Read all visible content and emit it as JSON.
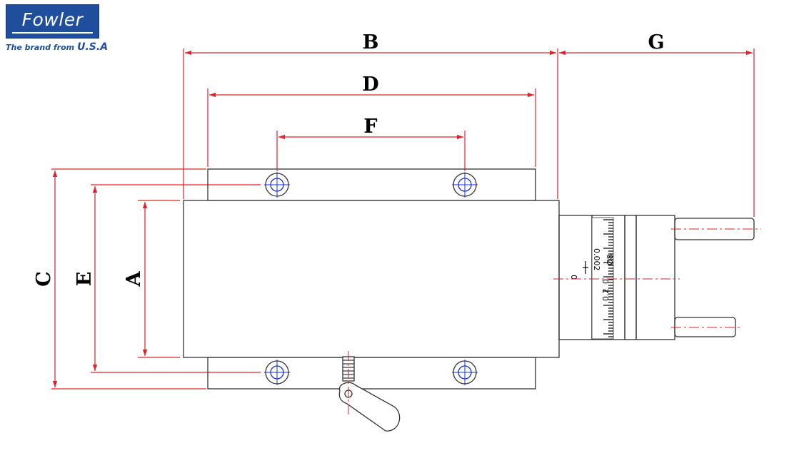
{
  "logo": {
    "wordmark": "Fowler",
    "tagline_prefix": "The brand from",
    "tagline_country": "U.S.A"
  },
  "dimensions": {
    "a": "A",
    "b": "B",
    "c": "C",
    "d": "D",
    "e": "E",
    "f": "F",
    "g": "G"
  },
  "micrometer": {
    "zero_top": "0",
    "resolution": "0.002",
    "reading_02": "0.2",
    "zero_bottom": "0",
    "diameter": "Ø8"
  },
  "colors": {
    "dimension_line": "#e0202a",
    "hole_center": "#1830d8",
    "outline": "#333333",
    "brand": "#1f4e9c"
  }
}
